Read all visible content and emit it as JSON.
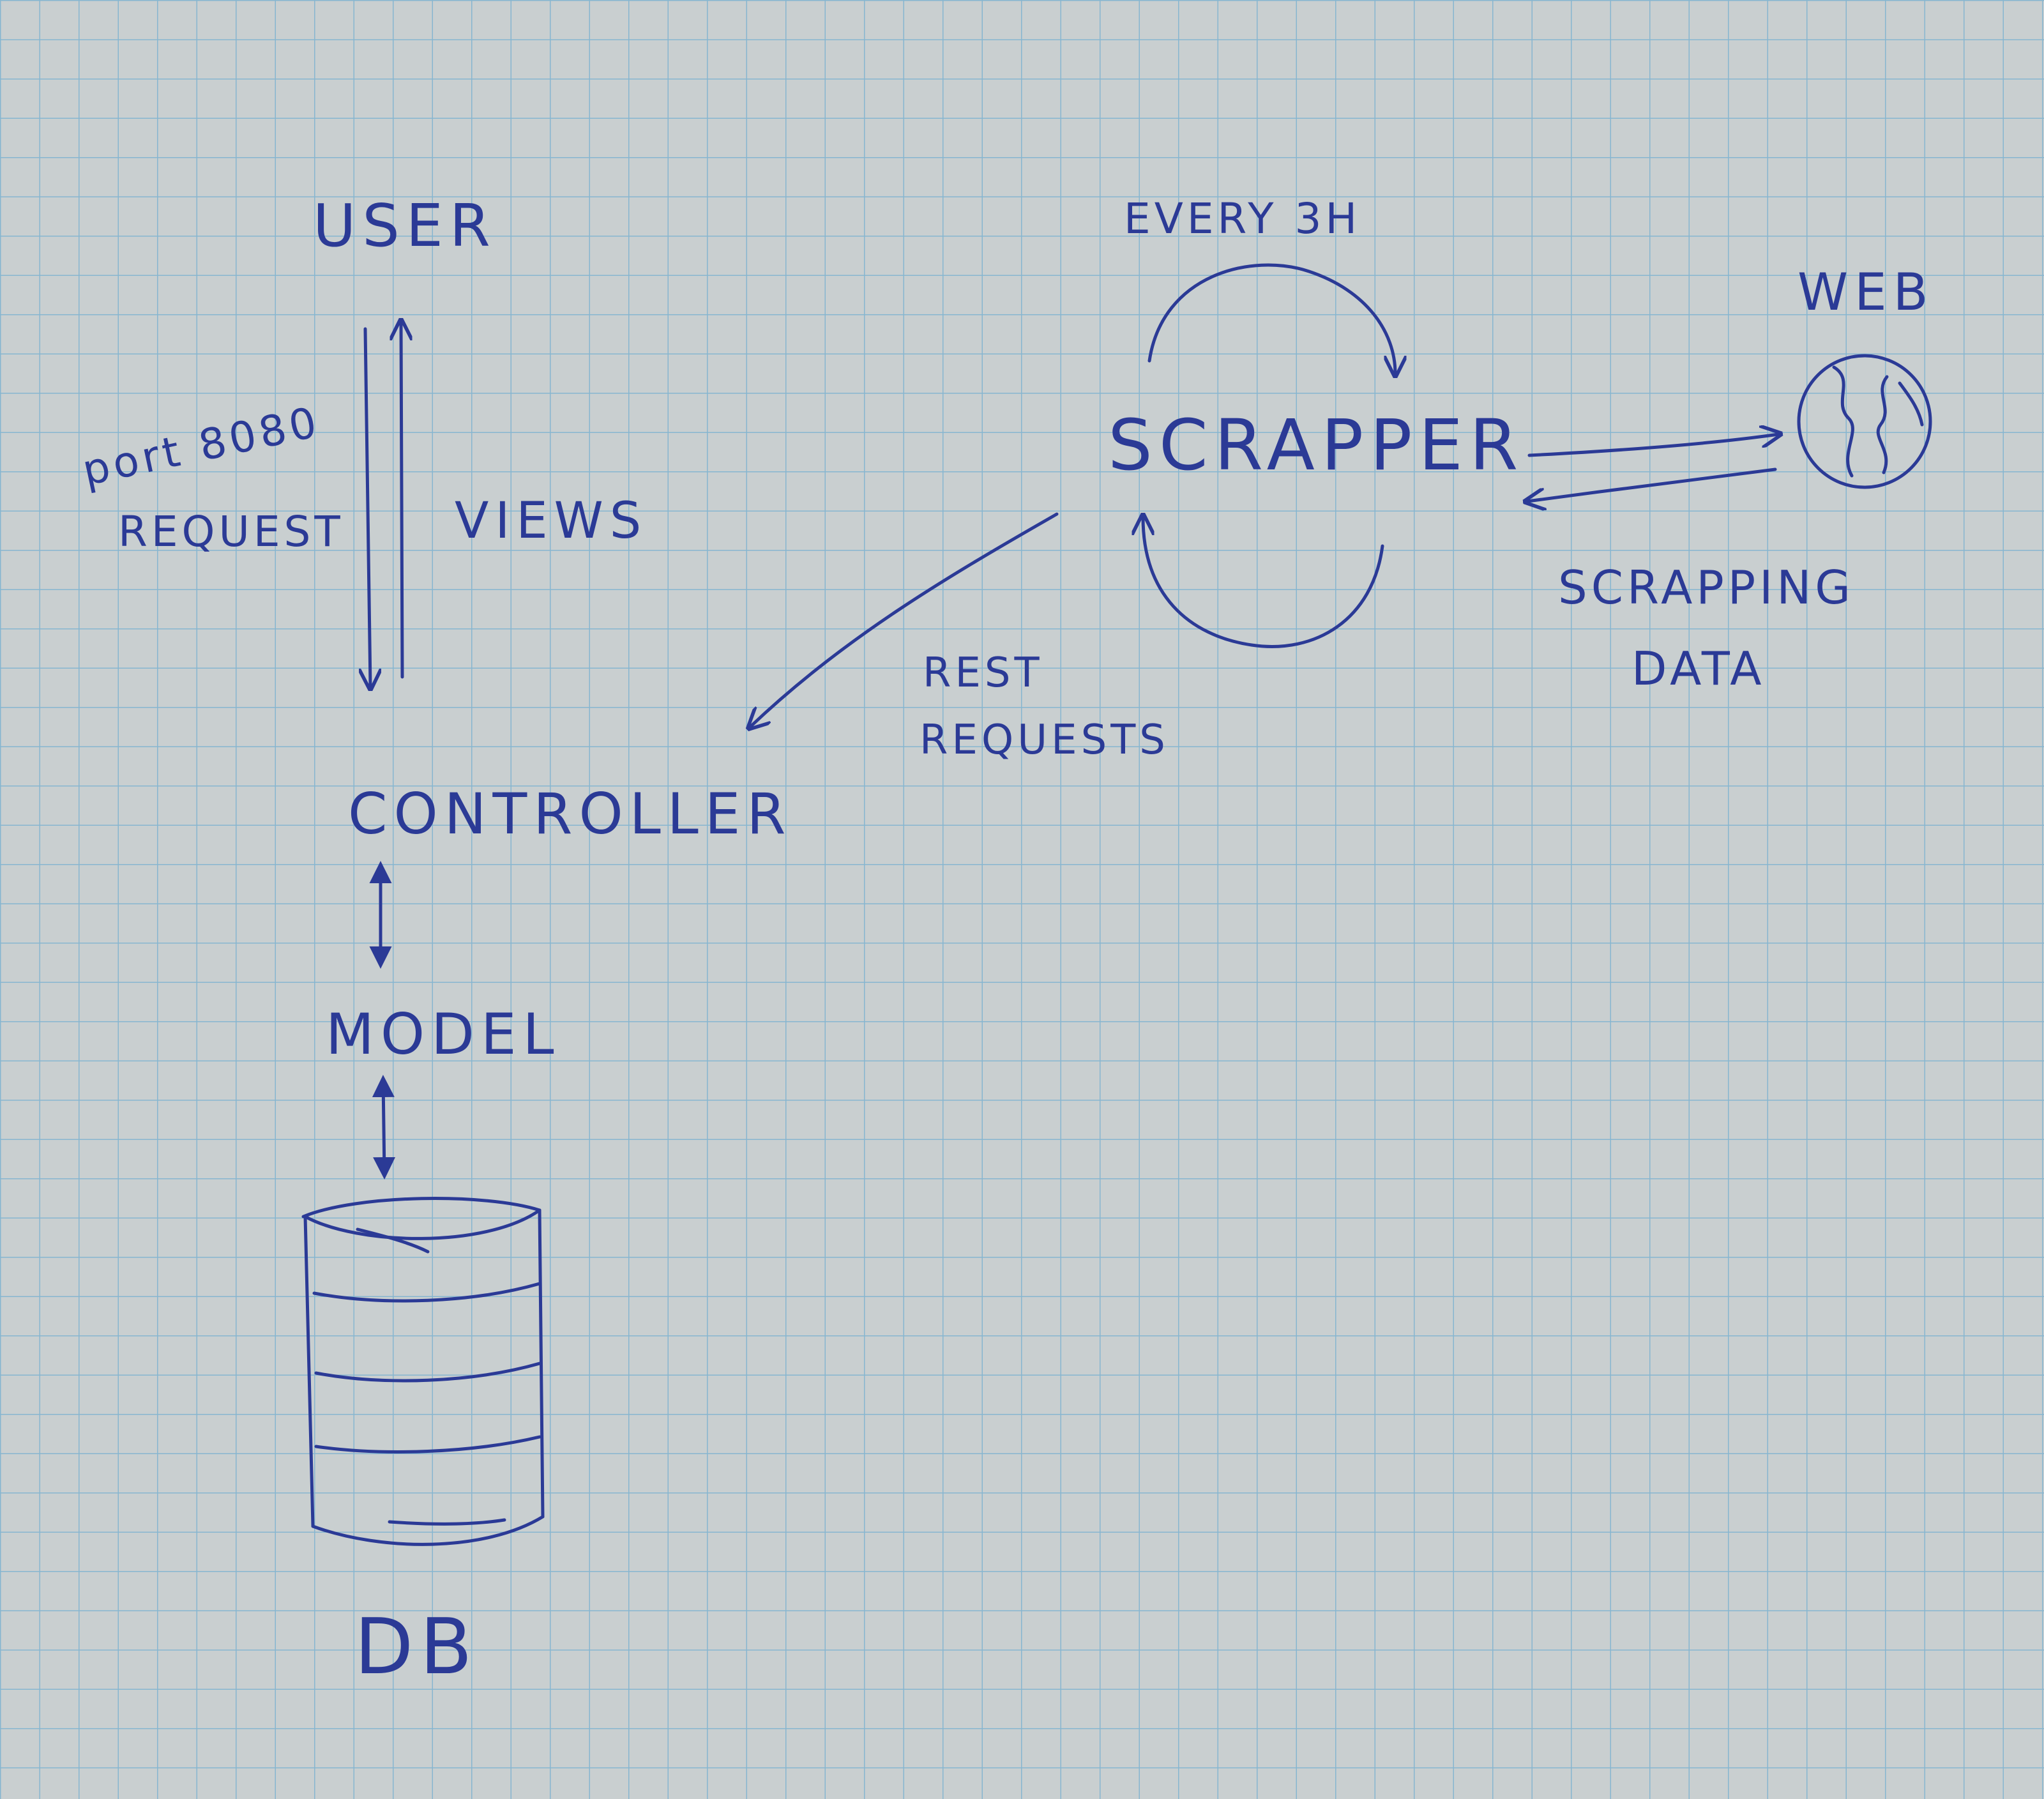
{
  "colors": {
    "ink": "#2b3a96",
    "paper": "#c9cfd0",
    "grid": "#86b6d0"
  },
  "nodes": {
    "user": "USER",
    "controller": "CONTROLLER",
    "model": "MODEL",
    "db": "DB",
    "scrapper": "SCRAPPER",
    "web": "WEB"
  },
  "edge_labels": {
    "port": "port 8080",
    "request": "REQUEST",
    "views": "VIEWS",
    "every": "EVERY 3H",
    "rest": "REST",
    "requests": "REQUESTS",
    "scrapping": "SCRAPPING",
    "data": "DATA"
  },
  "icons": {
    "database": "database-cylinder-icon",
    "web": "globe-icon"
  }
}
